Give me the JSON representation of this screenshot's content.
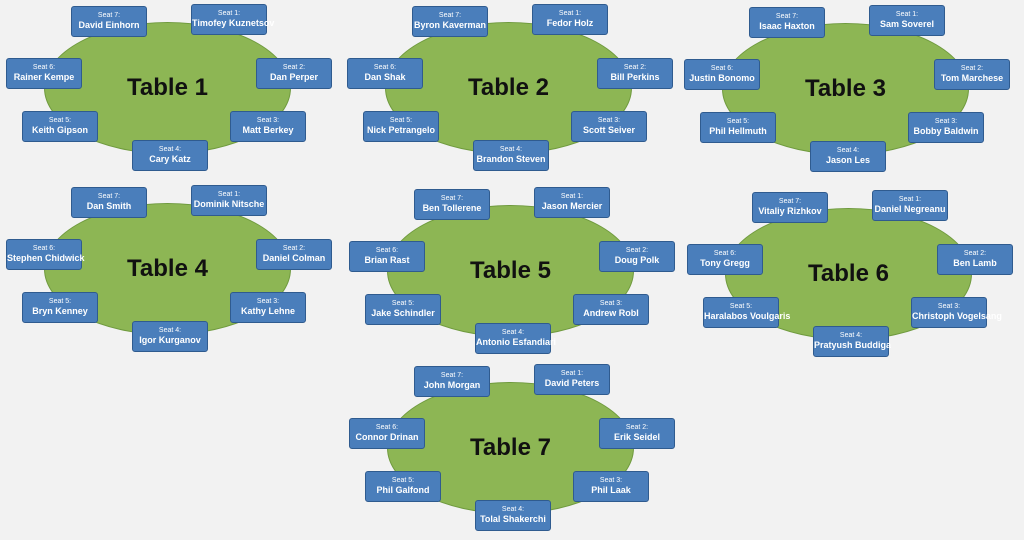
{
  "tables": [
    {
      "name": "Table 1",
      "seats": [
        {
          "label": "Seat 1:",
          "player": "Timofey Kuznetsov"
        },
        {
          "label": "Seat 2:",
          "player": "Dan Perper"
        },
        {
          "label": "Seat 3:",
          "player": "Matt Berkey"
        },
        {
          "label": "Seat 4:",
          "player": "Cary Katz"
        },
        {
          "label": "Seat 5:",
          "player": "Keith Gipson"
        },
        {
          "label": "Seat 6:",
          "player": "Rainer Kempe"
        },
        {
          "label": "Seat 7:",
          "player": "David Einhorn"
        }
      ]
    },
    {
      "name": "Table 2",
      "seats": [
        {
          "label": "Seat 1:",
          "player": "Fedor Holz"
        },
        {
          "label": "Seat 2:",
          "player": "Bill Perkins"
        },
        {
          "label": "Seat 3:",
          "player": "Scott Seiver"
        },
        {
          "label": "Seat 4:",
          "player": "Brandon Steven"
        },
        {
          "label": "Seat 5:",
          "player": "Nick Petrangelo"
        },
        {
          "label": "Seat 6:",
          "player": "Dan Shak"
        },
        {
          "label": "Seat 7:",
          "player": "Byron Kaverman"
        }
      ]
    },
    {
      "name": "Table 3",
      "seats": [
        {
          "label": "Seat 1:",
          "player": "Sam Soverel"
        },
        {
          "label": "Seat 2:",
          "player": "Tom Marchese"
        },
        {
          "label": "Seat 3:",
          "player": "Bobby Baldwin"
        },
        {
          "label": "Seat 4:",
          "player": "Jason Les"
        },
        {
          "label": "Seat 5:",
          "player": "Phil Hellmuth"
        },
        {
          "label": "Seat 6:",
          "player": "Justin Bonomo"
        },
        {
          "label": "Seat 7:",
          "player": "Isaac Haxton"
        }
      ]
    },
    {
      "name": "Table 4",
      "seats": [
        {
          "label": "Seat 1:",
          "player": "Dominik Nitsche"
        },
        {
          "label": "Seat 2:",
          "player": "Daniel Colman"
        },
        {
          "label": "Seat 3:",
          "player": "Kathy Lehne"
        },
        {
          "label": "Seat 4:",
          "player": "Igor Kurganov"
        },
        {
          "label": "Seat 5:",
          "player": "Bryn Kenney"
        },
        {
          "label": "Seat 6:",
          "player": "Stephen Chidwick"
        },
        {
          "label": "Seat 7:",
          "player": "Dan Smith"
        }
      ]
    },
    {
      "name": "Table 5",
      "seats": [
        {
          "label": "Seat 1:",
          "player": "Jason Mercier"
        },
        {
          "label": "Seat 2:",
          "player": "Doug Polk"
        },
        {
          "label": "Seat 3:",
          "player": "Andrew Robl"
        },
        {
          "label": "Seat 4:",
          "player": "Antonio Esfandiari"
        },
        {
          "label": "Seat 5:",
          "player": "Jake Schindler"
        },
        {
          "label": "Seat 6:",
          "player": "Brian Rast"
        },
        {
          "label": "Seat 7:",
          "player": "Ben Tollerene"
        }
      ]
    },
    {
      "name": "Table 6",
      "seats": [
        {
          "label": "Seat 1:",
          "player": "Daniel Negreanu"
        },
        {
          "label": "Seat 2:",
          "player": "Ben Lamb"
        },
        {
          "label": "Seat 3:",
          "player": "Christoph Vogelsang"
        },
        {
          "label": "Seat 4:",
          "player": "Pratyush Buddiga"
        },
        {
          "label": "Seat 5:",
          "player": "Haralabos Voulgaris"
        },
        {
          "label": "Seat 6:",
          "player": "Tony Gregg"
        },
        {
          "label": "Seat 7:",
          "player": "Vitaliy Rizhkov"
        }
      ]
    },
    {
      "name": "Table 7",
      "seats": [
        {
          "label": "Seat 1:",
          "player": "David Peters"
        },
        {
          "label": "Seat 2:",
          "player": "Erik Seidel"
        },
        {
          "label": "Seat 3:",
          "player": "Phil Laak"
        },
        {
          "label": "Seat 4:",
          "player": "Tolal Shakerchi"
        },
        {
          "label": "Seat 5:",
          "player": "Phil Galfond"
        },
        {
          "label": "Seat 6:",
          "player": "Connor Drinan"
        },
        {
          "label": "Seat 7:",
          "player": "John Morgan"
        }
      ]
    }
  ]
}
